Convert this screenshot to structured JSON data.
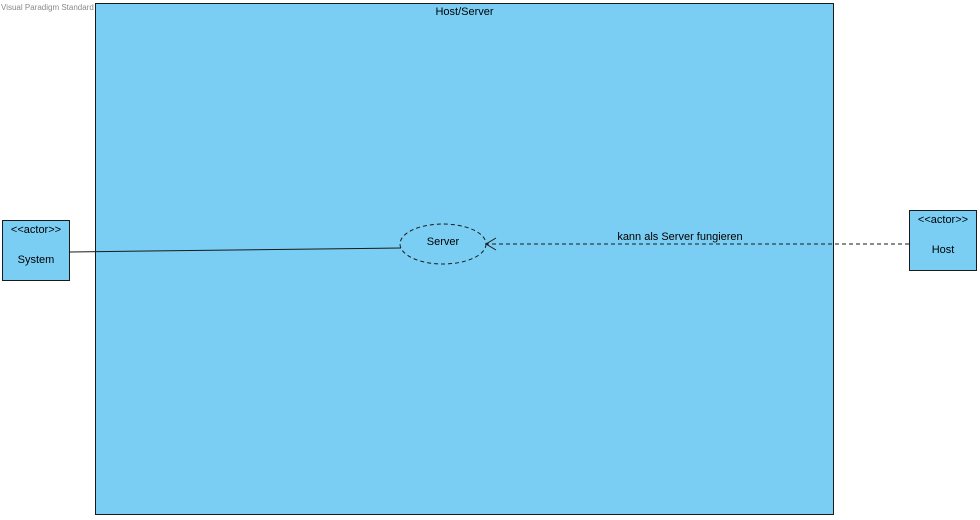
{
  "watermark": "Visual Paradigm Standard Edition(b.i.b. International College)",
  "boundary": {
    "title": "Host/Server"
  },
  "actors": [
    {
      "stereotype": "<<actor>>",
      "name": "System"
    },
    {
      "stereotype": "<<actor>>",
      "name": "Host"
    }
  ],
  "usecase": {
    "name": "Server"
  },
  "dependency": {
    "label": "kann als Server fungieren"
  },
  "colors": {
    "fill": "#7acef4",
    "stroke": "#1a1a1a"
  }
}
